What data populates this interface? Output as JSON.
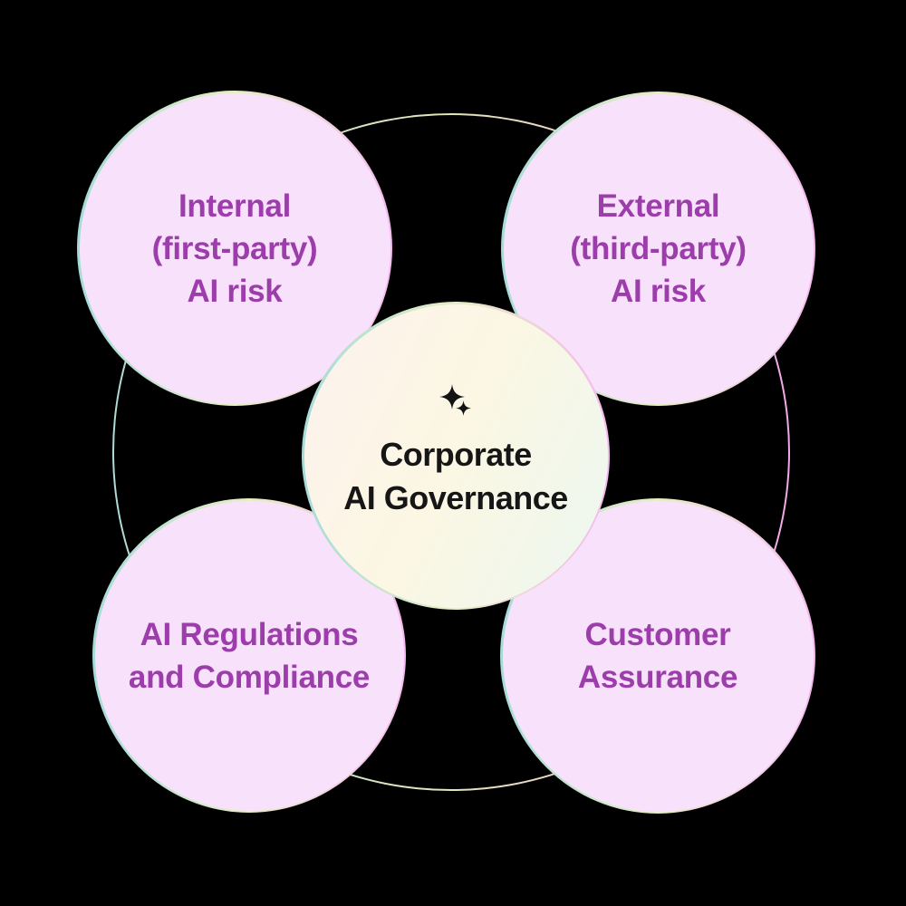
{
  "center": {
    "icon": "sparkle-icon",
    "lines": [
      "Corporate",
      "AI Governance"
    ]
  },
  "circles": {
    "top_left": {
      "lines": [
        "Internal",
        "(first-party)",
        "AI risk"
      ]
    },
    "top_right": {
      "lines": [
        "External",
        "(third-party)",
        "AI risk"
      ]
    },
    "bottom_left": {
      "lines": [
        "AI Regulations",
        "and Compliance"
      ]
    },
    "bottom_right": {
      "lines": [
        "Customer",
        "Assurance"
      ]
    }
  },
  "colors": {
    "background": "#000000",
    "satellite-fill": "#f8e2fb",
    "label-purple": "#9c3dab",
    "center-text": "#161616",
    "sparkle": "#131313",
    "edge-cyan": "#a6dbd8",
    "edge-green": "#e6eec3",
    "edge-pink": "#f6b8f0",
    "ring-cyan": "#aedcd6",
    "ring-green": "#e3e6b8",
    "ring-pink": "#f2a9e9",
    "center-fill-1": "#fdf2ee",
    "center-fill-2": "#fbf7e3",
    "center-fill-3": "#ecf7f0"
  }
}
